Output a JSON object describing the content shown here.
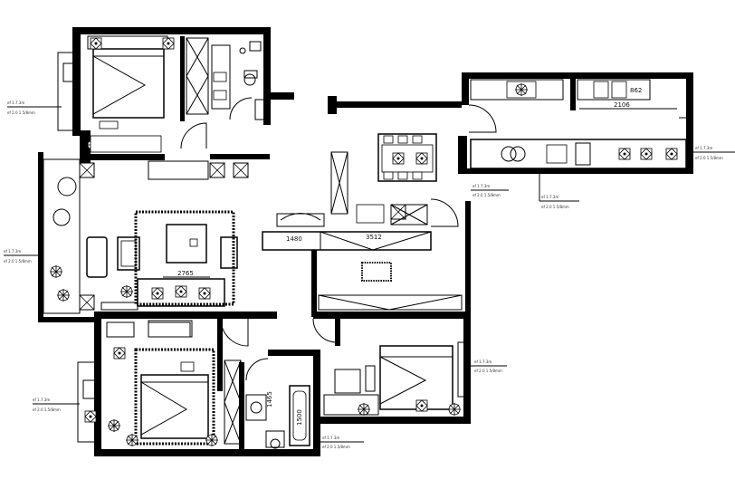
{
  "plan": {
    "dimensions": {
      "kitchen_width": "2106",
      "kitchen_small": "862",
      "living_width": "2765",
      "corridor_left": "1480",
      "corridor_right": "3512",
      "bath_vertical": "1500",
      "bath_small": "1465"
    },
    "notes": {
      "upper_left_1": "ef 1.7.3m",
      "upper_left_2": "ef 2.0 1.5/8mm",
      "left_mid_1": "ef 1.7.3m",
      "left_mid_2": "ef 2.0 1.5/8mm",
      "lower_left_1": "ef 1.7.3m",
      "lower_left_2": "ef 2.0 1.5/8mm",
      "right_top_1": "ef 1.7.3m",
      "right_top_2": "ef 2.0 1.5/8mm",
      "right_mid_1": "ef 1.7.3m",
      "right_mid_2": "ef 2.0 1.5/8mm",
      "center_1": "ef 1.7.3m",
      "center_2": "ef 2.0 1.5/8mm",
      "right_low_1": "ef 1.7.3m",
      "right_low_2": "ef 2.0 1.5/8mm",
      "bottom_1": "ef 1.7.3m",
      "bottom_2": "ef 2.0 1.5/8mm"
    },
    "colors": {
      "wall": "#000000",
      "background": "#ffffff"
    }
  }
}
